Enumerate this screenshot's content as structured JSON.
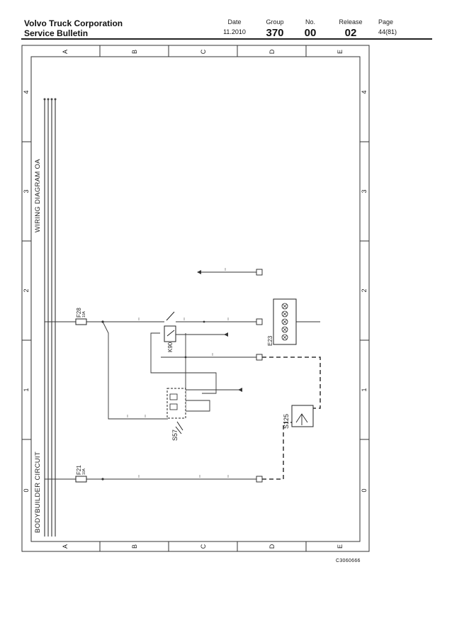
{
  "header": {
    "company": "Volvo Truck Corporation",
    "doc_type": "Service Bulletin",
    "date_label": "Date",
    "date_value": "11.2010",
    "group_label": "Group",
    "group_value": "370",
    "no_label": "No.",
    "no_value": "00",
    "release_label": "Release",
    "release_value": "02",
    "page_label": "Page",
    "page_value": "44(81)"
  },
  "frame": {
    "top_columns": [
      "A",
      "B",
      "C",
      "D",
      "E"
    ],
    "bottom_columns": [
      "A",
      "B",
      "C",
      "D",
      "E"
    ],
    "left_rows": [
      "4",
      "3",
      "2",
      "1",
      "0"
    ],
    "right_rows": [
      "4",
      "3",
      "2",
      "1",
      "0"
    ]
  },
  "diagram": {
    "title_top": "WIRING DIAGRAM OA",
    "title_bottom": "BODYBUILDER CIRCUIT",
    "fuse_f28": "F28",
    "fuse_f28_rating": "10A",
    "fuse_f21": "F21",
    "fuse_f21_rating": "10A",
    "relay": "K90",
    "switch_s57": "S57",
    "switch_s125": "S125",
    "lamp_e23": "E23"
  },
  "doc_id": "C3060666"
}
